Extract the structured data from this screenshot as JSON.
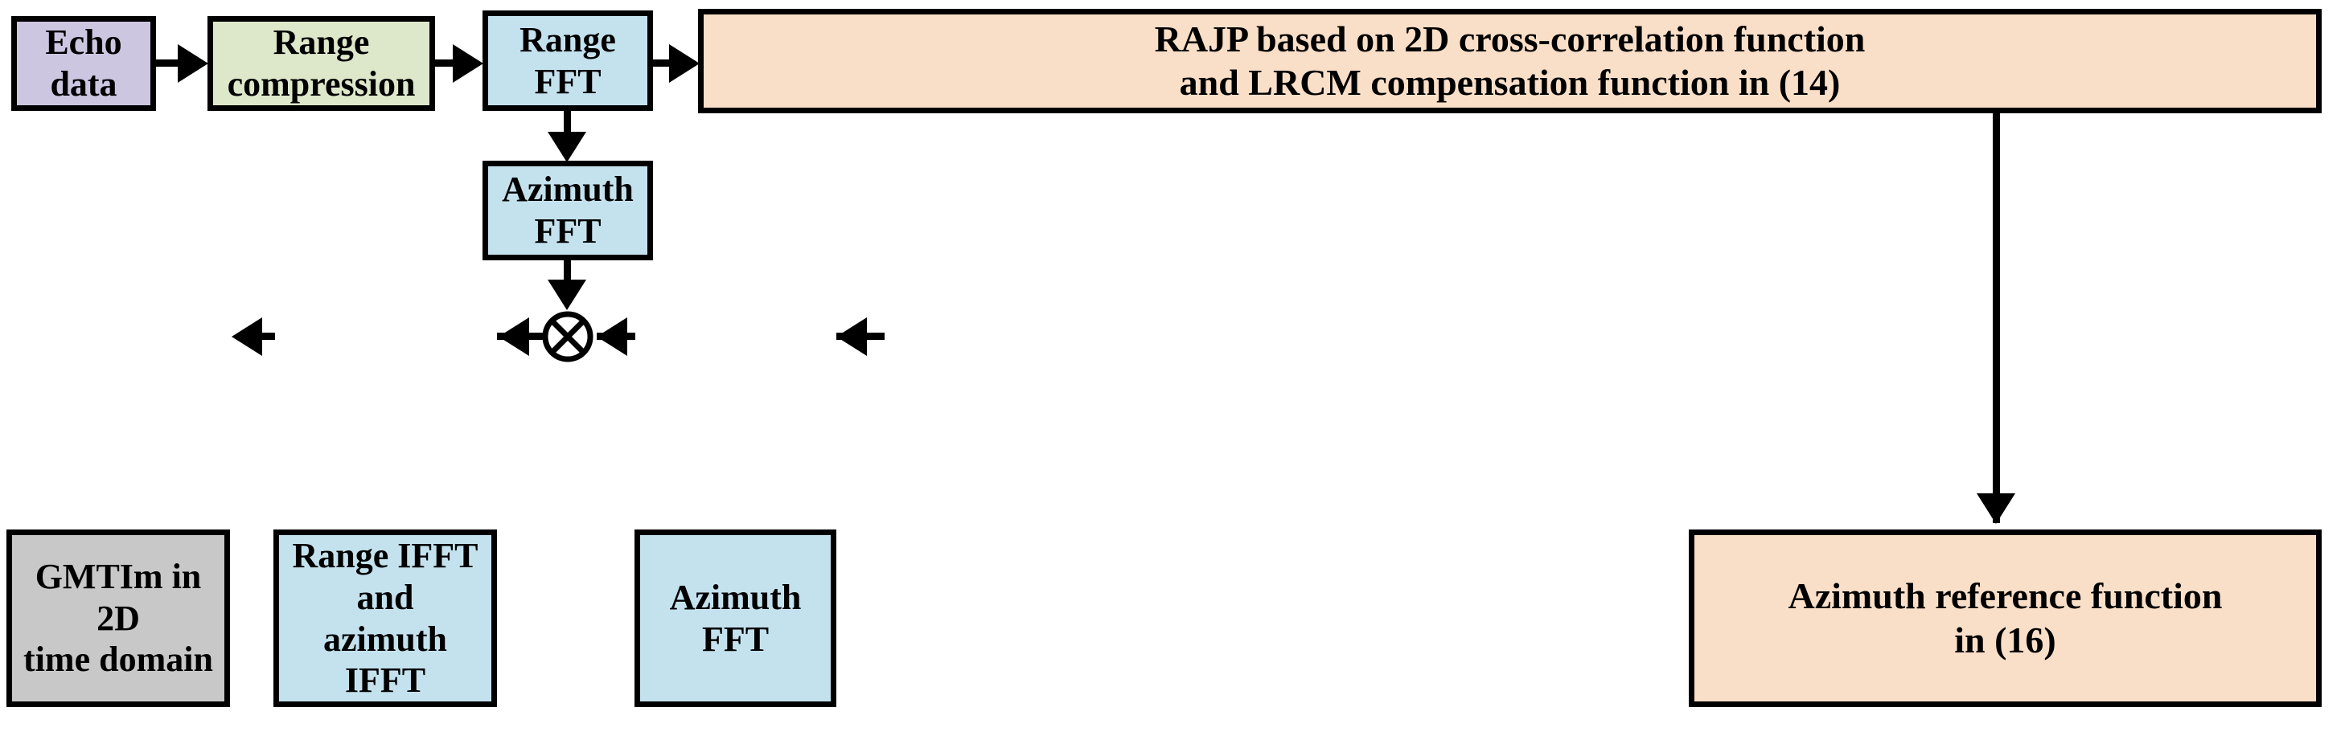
{
  "diagram": {
    "title": "SAR GMTI processing flowchart",
    "background_color": "#ffffff",
    "line_color": "#000000",
    "colors": {
      "purple": "#cdc6e0",
      "green": "#dde7ca",
      "blue": "#c4e2ee",
      "orange": "#fadfc8",
      "gray": "#c8c8c8",
      "stroke": "#000000"
    },
    "nodes": [
      {
        "id": "echo-data",
        "label": "Echo data",
        "lines": [
          "Echo data"
        ],
        "fill": "#cdc6e0"
      },
      {
        "id": "range-compression",
        "label": "Range compression",
        "lines": [
          "Range",
          "compression"
        ],
        "fill": "#dde7ca"
      },
      {
        "id": "range-fft",
        "label": "Range FFT",
        "lines": [
          "Range FFT"
        ],
        "fill": "#c4e2ee"
      },
      {
        "id": "rajp",
        "label": "RAJP based on 2D cross-correlation function and LRCM compensation function in (14)",
        "lines": [
          "RAJP based on 2D cross-correlation function",
          "and LRCM compensation function in (14)"
        ],
        "fill": "#fadfc8"
      },
      {
        "id": "azimuth-fft-mid",
        "label": "Azimuth FFT",
        "lines": [
          "Azimuth",
          "FFT"
        ],
        "fill": "#c4e2ee"
      },
      {
        "id": "gmtim",
        "label": "GMTIm in 2D time domain",
        "lines": [
          "GMTIm in 2D",
          "time domain"
        ],
        "fill": "#c8c8c8"
      },
      {
        "id": "range-ifft",
        "label": "Range IFFT and azimuth IFFT",
        "lines": [
          "Range IFFT and",
          "azimuth IFFT"
        ],
        "fill": "#c4e2ee"
      },
      {
        "id": "azimuth-fft-bottom",
        "label": "Azimuth FFT",
        "lines": [
          "Azimuth FFT"
        ],
        "fill": "#c4e2ee"
      },
      {
        "id": "azimuth-reference",
        "label": "Azimuth reference function in (16)",
        "lines": [
          "Azimuth reference function",
          "in (16)"
        ],
        "fill": "#fadfc8"
      }
    ],
    "operators": [
      {
        "id": "multiplier",
        "symbol": "⊗",
        "name": "multiply"
      }
    ],
    "edges": [
      {
        "from": "echo-data",
        "to": "range-compression",
        "direction": "right"
      },
      {
        "from": "range-compression",
        "to": "range-fft",
        "direction": "right"
      },
      {
        "from": "range-fft",
        "to": "rajp",
        "direction": "right"
      },
      {
        "from": "range-fft",
        "to": "azimuth-fft-mid",
        "direction": "down"
      },
      {
        "from": "rajp",
        "to": "azimuth-reference",
        "direction": "down"
      },
      {
        "from": "azimuth-fft-mid",
        "to": "multiplier",
        "direction": "down"
      },
      {
        "from": "azimuth-reference",
        "to": "azimuth-fft-bottom",
        "direction": "left"
      },
      {
        "from": "azimuth-fft-bottom",
        "to": "multiplier",
        "direction": "left"
      },
      {
        "from": "multiplier",
        "to": "range-ifft",
        "direction": "left"
      },
      {
        "from": "range-ifft",
        "to": "gmtim",
        "direction": "left"
      }
    ]
  }
}
